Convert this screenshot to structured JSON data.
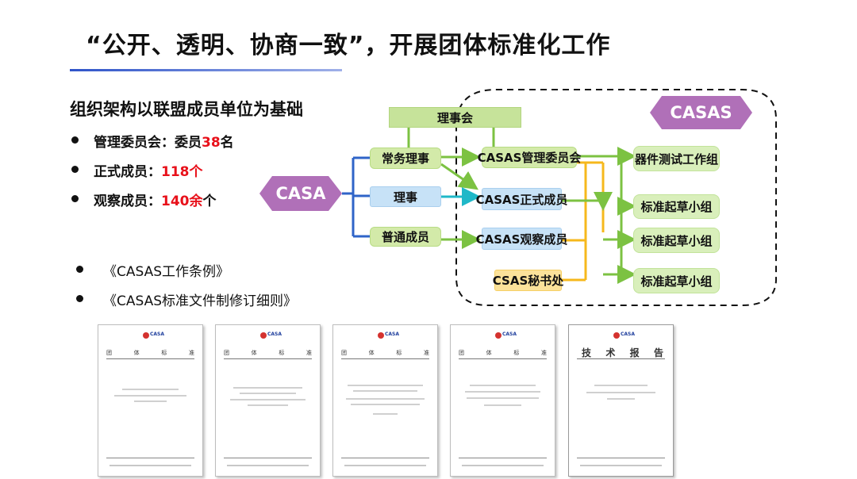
{
  "title": "“公开、透明、协商一致”，开展团体标准化工作",
  "subtitle": "组织架构以联盟成员单位为基础",
  "stats": [
    {
      "prefix": "管理委员会：委员",
      "value": "38",
      "suffix": "名"
    },
    {
      "prefix": "正式成员：",
      "value": "118个",
      "suffix": ""
    },
    {
      "prefix": "观察成员：",
      "value": "140余",
      "suffix": "个"
    }
  ],
  "documents": [
    "《CASAS工作条例》",
    "《CASAS标准文件制修订细则》"
  ],
  "org_chart": {
    "root": "CASA",
    "brand": "CASAS",
    "council": "理事会",
    "members": [
      "常务理事",
      "理事",
      "普通成员"
    ],
    "committees": [
      "CASAS管理委员会",
      "CASAS正式成员",
      "CASAS观察成员",
      "CSAS秘书处"
    ],
    "groups": [
      "器件测试工作组",
      "标准起草小组",
      "标准起草小组",
      "标准起草小组"
    ]
  },
  "thumbnails": [
    {
      "logo": "CASA",
      "header": [
        "团",
        "体",
        "标",
        "准"
      ]
    },
    {
      "logo": "CASA",
      "header": [
        "团",
        "体",
        "标",
        "准"
      ]
    },
    {
      "logo": "CASA",
      "header": [
        "团",
        "体",
        "标",
        "准"
      ]
    },
    {
      "logo": "CASA",
      "header": [
        "团",
        "体",
        "标",
        "准"
      ]
    },
    {
      "logo": "CASA",
      "header": [
        "技",
        "术",
        "报",
        "告"
      ]
    }
  ],
  "colors": {
    "hexagon": "#b070b8",
    "arrow_blue": "#2f64c8",
    "arrow_green": "#7cc242",
    "arrow_cyan": "#1fb8c8",
    "arrow_orange": "#f6b81c",
    "highlight": "#e8101a",
    "title_line": "#2f54c9"
  }
}
